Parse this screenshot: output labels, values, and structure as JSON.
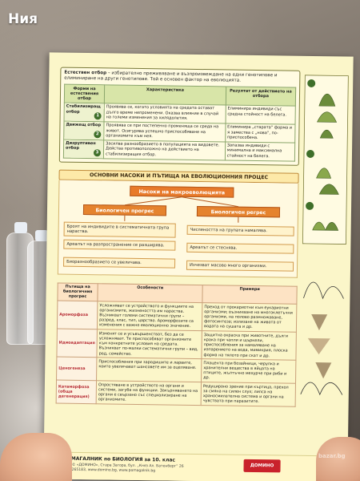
{
  "caption": {
    "title": "Ния"
  },
  "sheet": {
    "definition_bold": "Естествен отбор",
    "definition_rest": " – избирателно преживяване и възпроизвеждане на едни генотипове и елиминиране на други генотипове. Той е основен фактор на еволюцията.",
    "selection_table": {
      "headers": [
        "Форми на естествения отбор",
        "Характеристика",
        "Резултат от действието на отбора"
      ],
      "rows": [
        {
          "form": "Стабилизиращ отбор",
          "num": "1",
          "desc": "Проявява се, когато условията на средата остават дълго време непроменени. Оказва влияние в случай на големи изменения за хилядолетия.",
          "result": "Елиминира индивиди със средна стойност на белега."
        },
        {
          "form": "Движещ отбор",
          "num": "2",
          "desc": "Проявява се при постепенно променяща се среда на живот. Осигурява успешно приспособяване на организмите към нея.",
          "result": "Елиминира „старата“ форма и я замества с „нова“, по-приспособена."
        },
        {
          "form": "Дизруптивен отбор",
          "num": "3",
          "desc": "Засилва разнообразието в популацията на видовете. Действа противоположно на действието на стабилизиращия отбор.",
          "result": "Запазва индивиди с минимална и максимална стойност на белега."
        }
      ]
    },
    "macro": {
      "heading": "ОСНОВНИ НАСОКИ И ПЪТИЩА НА ЕВОЛЮЦИОННИЯ ПРОЦЕС",
      "nasoki": "Насоки на макроеволюцията",
      "progress": "Биологичен прогрес",
      "regress": "Биологичен регрес",
      "progress_items": [
        "Броят на индивидите в систематичната група нараства.",
        "Ареалът на разпространение се разширява.",
        "Биоразнообразието се увеличава."
      ],
      "regress_items": [
        "Числеността на групата намалява.",
        "Ареалът се стеснява.",
        "Изчезват масово много организми."
      ]
    },
    "bio_table": {
      "headers": [
        "Пътища на биологичния прогрес",
        "Особености",
        "Примери"
      ],
      "rows": [
        {
          "kind": "Ароморфоза",
          "desc": "Усложняват се устройството и функциите на организмите, жизнеността им нараства. Възникват големи систематични групи – разред, клас, тип, царство. Ароморфозите са изменения с важно еволюционно значение.",
          "example": "Преход от прокариотни към еукариотни организми; възникване на многоклетъчни организми, на полово размножаване, фотосинтеза; излизане на живота от водата на сушата и др."
        },
        {
          "kind": "Идиоадаптация",
          "desc": "Изменят се и усъвършенстват, без да се усложняват. Те приспособяват организмите към конкретните условия на средата. Възникват по-малки систематични групи – вид, род, семейство.",
          "example": "Защитна окраска при животните, дълги крака при чапли и щъркели, приспособления за намаляване на изпарението на вода, мимикрия, плоска форма на тялото при скат и др."
        },
        {
          "kind": "Ценогенеза",
          "desc": "Приспособления при зародишите и ларвите, които увеличават шансовете им за оцеляване.",
          "example": "Плацента при бозайници, черупка и хранителни вещества в яйцата на птиците, жълтъчно мехурче при риби и др."
        },
        {
          "kind": "Катаморфоза (обща дегенерация)",
          "desc": "Опростяване в устройството на органи и системи, загуба на функции. Закърняването на органи е свързано със специализиране на организмите.",
          "example": "Редуцирано зрение при къртица, прехол за смяна на силен слух; липса на храносмилателна система и органи на чувствата при паразитите."
        }
      ]
    },
    "footer": {
      "title": "ПОМАГАЛНИК по БИОЛОГИЯ за 10. клас",
      "publisher_line1": "Издател © «ДОМИНО», Стара Загора, бул. „Княз Ал. Батенберг“ 26",
      "publisher_line2": "тел. 042/265183, www.domino.bg, www.pomagalnik.bg",
      "brand": "ДОМИНО"
    }
  },
  "watermark": "bazar.bg"
}
